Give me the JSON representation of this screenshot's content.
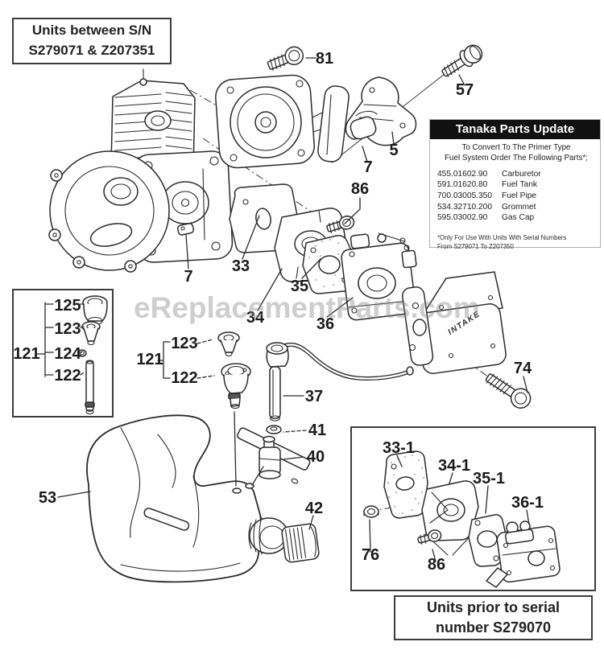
{
  "diagram": {
    "watermark": "eReplacementParts.com",
    "muffler_marking": "INTAKE"
  },
  "notes": {
    "serial_range_note": {
      "line1": "Units between S/N",
      "line2": "S279071 & Z207351"
    },
    "prior_serial_note": {
      "line1": "Units prior to serial",
      "line2": "number S279070"
    }
  },
  "update_panel": {
    "title": "Tanaka Parts Update",
    "intro": {
      "line1": "To Convert To The Primer Type",
      "line2": "Fuel System Order The Following Parts*;"
    },
    "parts": [
      {
        "number": "455.01602.90",
        "name": "Carburetor"
      },
      {
        "number": "591.01620.80",
        "name": "Fuel Tank"
      },
      {
        "number": "700.03005.350",
        "name": "Fuel Pipe"
      },
      {
        "number": "534.32710.200",
        "name": "Grommet"
      },
      {
        "number": "595.03002.90",
        "name": "Gas Cap"
      }
    ],
    "footnote": {
      "line1": "*Only For Use With Units With Serial Numbers",
      "line2": "From S279071 To Z207350"
    },
    "colors": {
      "header_bg": "#111111",
      "header_text": "#ffffff"
    }
  },
  "part_labels": [
    {
      "text": "81"
    },
    {
      "text": "57"
    },
    {
      "text": "5"
    },
    {
      "text": "7"
    },
    {
      "text": "7"
    },
    {
      "text": "86"
    },
    {
      "text": "33"
    },
    {
      "text": "34"
    },
    {
      "text": "35"
    },
    {
      "text": "36"
    },
    {
      "text": "37"
    },
    {
      "text": "41"
    },
    {
      "text": "40"
    },
    {
      "text": "42"
    },
    {
      "text": "53"
    },
    {
      "text": "74"
    },
    {
      "text": "121"
    },
    {
      "text": "125"
    },
    {
      "text": "123"
    },
    {
      "text": "124"
    },
    {
      "text": "122"
    },
    {
      "text": "121"
    },
    {
      "text": "123"
    },
    {
      "text": "122"
    },
    {
      "text": "33-1"
    },
    {
      "text": "34-1"
    },
    {
      "text": "35-1"
    },
    {
      "text": "36-1"
    },
    {
      "text": "76"
    },
    {
      "text": "86"
    }
  ]
}
